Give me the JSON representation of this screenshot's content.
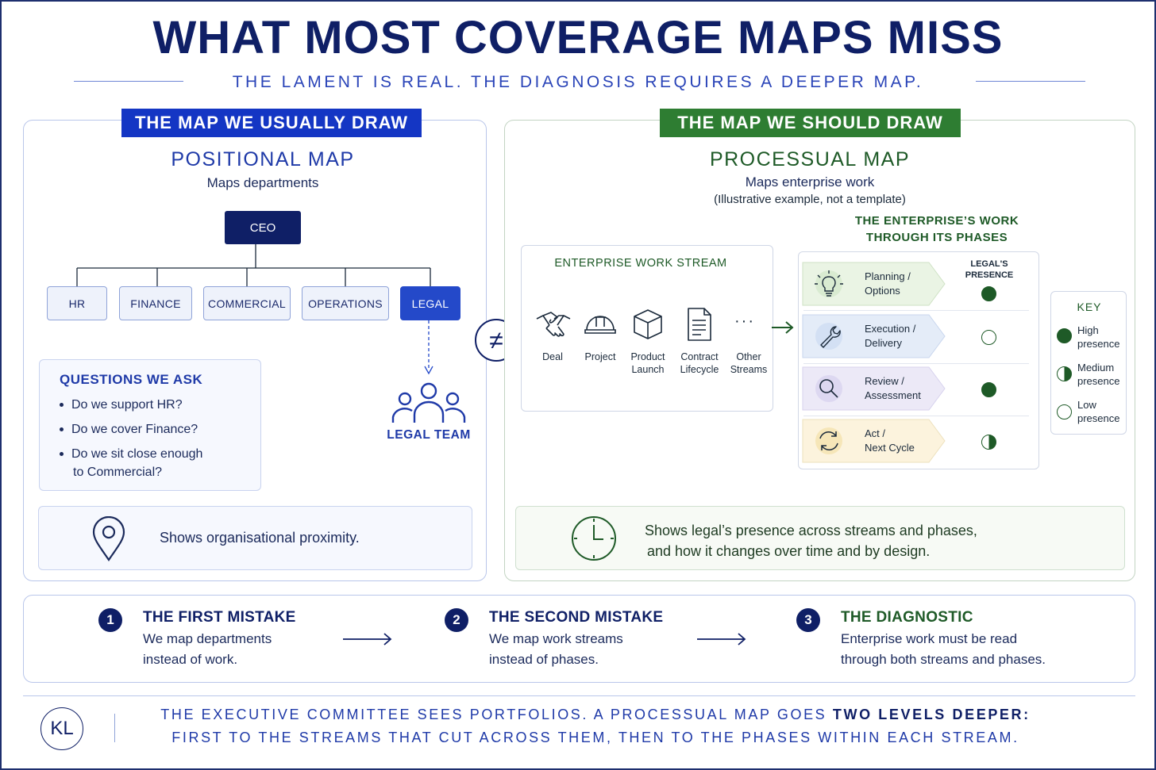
{
  "header": {
    "title": "WHAT MOST COVERAGE MAPS MISS",
    "subtitle": "THE LAMENT IS REAL. THE DIAGNOSIS REQUIRES A DEEPER MAP."
  },
  "left": {
    "tag": "THE MAP WE USUALLY DRAW",
    "heading": "POSITIONAL MAP",
    "subheading": "Maps departments",
    "ceo": "CEO",
    "departments": [
      "HR",
      "FINANCE",
      "COMMERCIAL",
      "OPERATIONS",
      "LEGAL"
    ],
    "legal_team": "LEGAL TEAM",
    "questions": {
      "title": "QUESTIONS WE ASK",
      "items": [
        "Do we support HR?",
        "Do we cover Finance?",
        "Do we sit close enough",
        "to Commercial?"
      ]
    },
    "info": "Shows organisational proximity."
  },
  "not_equal": "≠",
  "right": {
    "tag": "THE MAP WE SHOULD DRAW",
    "heading": "PROCESSUAL MAP",
    "subheading": "Maps enterprise work",
    "note": "(Illustrative example, not a template)",
    "phases_title_1": "THE ENTERPRISE’S WORK",
    "phases_title_2": "THROUGH ITS PHASES",
    "stream_title": "ENTERPRISE WORK STREAM",
    "streams": [
      {
        "l1": "Deal",
        "l2": "",
        "icon": "handshake-icon"
      },
      {
        "l1": "Project",
        "l2": "",
        "icon": "hard-hat-icon"
      },
      {
        "l1": "Product",
        "l2": "Launch",
        "icon": "box-icon"
      },
      {
        "l1": "Contract",
        "l2": "Lifecycle",
        "icon": "document-icon"
      },
      {
        "l1": "Other",
        "l2": "Streams",
        "icon": "ellipsis-icon"
      }
    ],
    "presence_header_1": "LEGAL'S",
    "presence_header_2": "PRESENCE",
    "phases": [
      {
        "l1": "Planning /",
        "l2": "Options",
        "icon": "lightbulb-icon",
        "presence": "high",
        "color": "#e6f2e1"
      },
      {
        "l1": "Execution /",
        "l2": "Delivery",
        "icon": "wrench-icon",
        "presence": "low",
        "color": "#e3ebf8"
      },
      {
        "l1": "Review /",
        "l2": "Assessment",
        "icon": "magnifier-icon",
        "presence": "high",
        "color": "#ece8f7"
      },
      {
        "l1": "Act /",
        "l2": "Next Cycle",
        "icon": "cycle-icon",
        "presence": "medium",
        "color": "#fbf3dc"
      }
    ],
    "key": {
      "title": "KEY",
      "items": [
        {
          "l1": "High",
          "l2": "presence",
          "level": "high"
        },
        {
          "l1": "Medium",
          "l2": "presence",
          "level": "medium"
        },
        {
          "l1": "Low",
          "l2": "presence",
          "level": "low"
        }
      ]
    },
    "info_1": "Shows legal’s presence across streams and phases,",
    "info_2": "and how it changes over time and by design."
  },
  "mistakes": [
    {
      "num": "1",
      "title": "THE FIRST MISTAKE",
      "l1": "We map departments",
      "l2": "instead of work."
    },
    {
      "num": "2",
      "title": "THE SECOND MISTAKE",
      "l1": "We map work streams",
      "l2": "instead of phases."
    },
    {
      "num": "3",
      "title": "THE DIAGNOSTIC",
      "l1": "Enterprise work must be read",
      "l2": "through both streams and phases."
    }
  ],
  "footer": {
    "logo": "KL",
    "line1_a": "THE EXECUTIVE COMMITTEE SEES PORTFOLIOS. A PROCESSUAL MAP GOES",
    "line1_b": "TWO LEVELS DEEPER:",
    "line2": "FIRST TO THE STREAMS THAT CUT ACROSS THEM, THEN TO THE PHASES WITHIN EACH STREAM."
  },
  "colors": {
    "navy": "#0f1f66",
    "blue": "#2449c9",
    "green": "#2e7d32",
    "dark_green": "#1e5a27"
  }
}
